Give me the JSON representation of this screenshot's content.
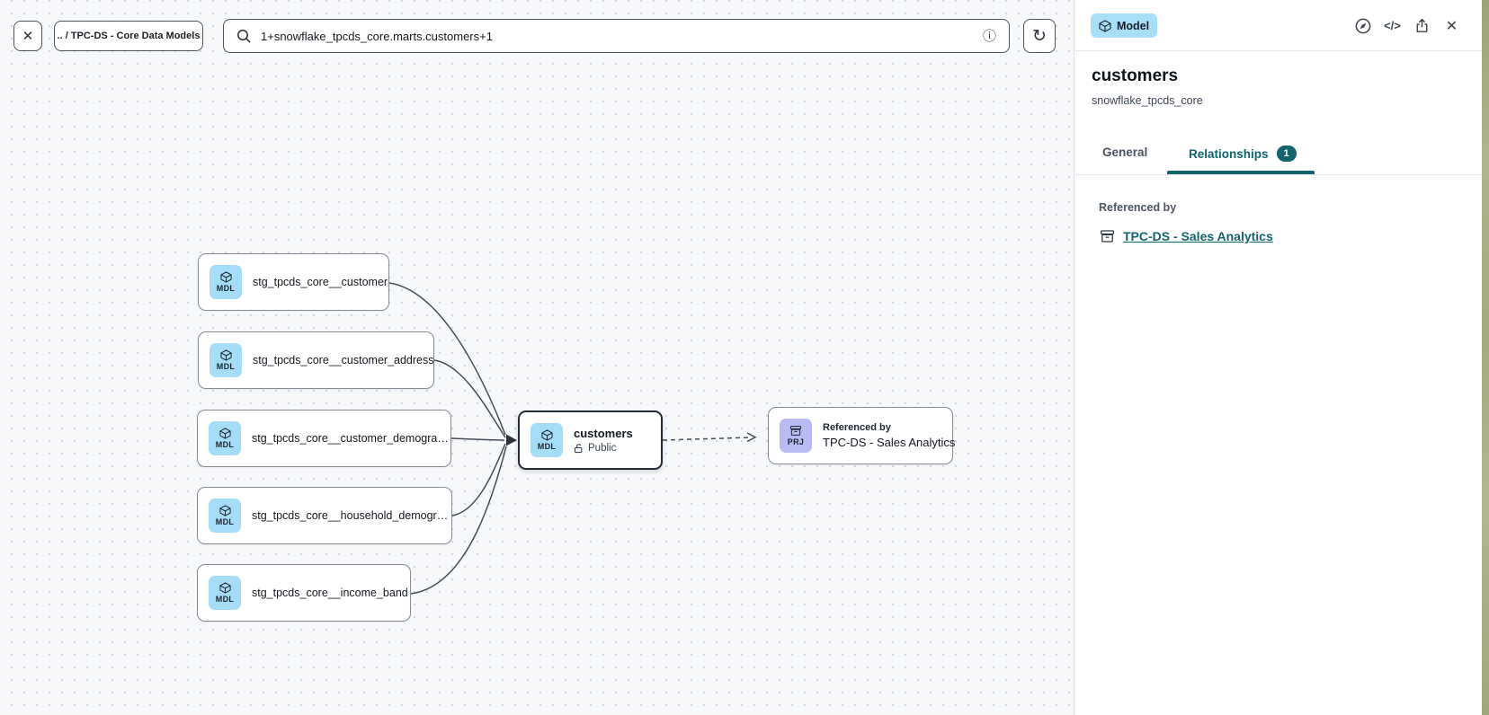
{
  "toolbar": {
    "breadcrumb": ".. / TPC-DS - Core Data Models",
    "search_value": "1+snowflake_tpcds_core.marts.customers+1"
  },
  "icons": {
    "close": "✕",
    "refresh": "↻",
    "info": "ⓘ",
    "code": "</>",
    "panel_close": "✕"
  },
  "panel": {
    "type_badge": "Model",
    "title": "customers",
    "subtitle": "snowflake_tpcds_core",
    "tabs": {
      "general": "General",
      "relationships": "Relationships",
      "relationships_count": "1"
    },
    "referenced_by_label": "Referenced by",
    "referenced_link": "TPC-DS - Sales Analytics"
  },
  "graph": {
    "upstream_nodes": [
      {
        "badge": "MDL",
        "label": "stg_tpcds_core__customer"
      },
      {
        "badge": "MDL",
        "label": "stg_tpcds_core__customer_address"
      },
      {
        "badge": "MDL",
        "label": "stg_tpcds_core__customer_demogra…"
      },
      {
        "badge": "MDL",
        "label": "stg_tpcds_core__household_demogr…"
      },
      {
        "badge": "MDL",
        "label": "stg_tpcds_core__income_band"
      }
    ],
    "selected_node": {
      "badge": "MDL",
      "title": "customers",
      "access": "Public"
    },
    "referenced_node": {
      "badge": "PRJ",
      "kicker": "Referenced by",
      "title": "TPC-DS - Sales Analytics"
    }
  },
  "colors": {
    "accent_teal": "#12656f",
    "model_badge_bg": "#a5dcf7",
    "project_badge_bg": "#b9bcf3",
    "selected_border": "#242b36",
    "canvas_bg": "#f7f8fa"
  }
}
